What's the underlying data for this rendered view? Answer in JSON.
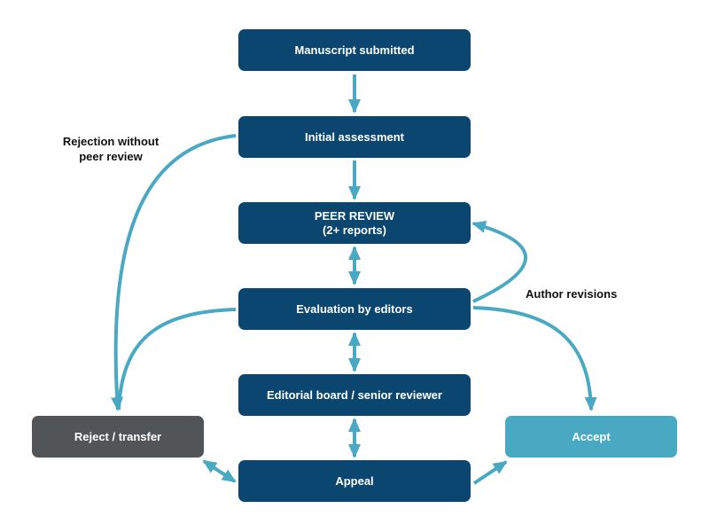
{
  "nodes": {
    "submitted": {
      "label": "Manuscript submitted"
    },
    "initial": {
      "label": "Initial assessment"
    },
    "peer_review": {
      "label": "PEER REVIEW",
      "sublabel": "(2+ reports)"
    },
    "evaluation": {
      "label": "Evaluation by editors"
    },
    "board": {
      "label": "Editorial board / senior reviewer"
    },
    "reject": {
      "label": "Reject / transfer"
    },
    "accept": {
      "label": "Accept"
    },
    "appeal": {
      "label": "Appeal"
    }
  },
  "annotations": {
    "rejection_line1": "Rejection without",
    "rejection_line2": "peer review",
    "author_revisions": "Author revisions"
  },
  "colors": {
    "node_primary": "#0b4670",
    "node_reject": "#525558",
    "node_accept": "#49a9c3",
    "arrow": "#49a9c3"
  }
}
